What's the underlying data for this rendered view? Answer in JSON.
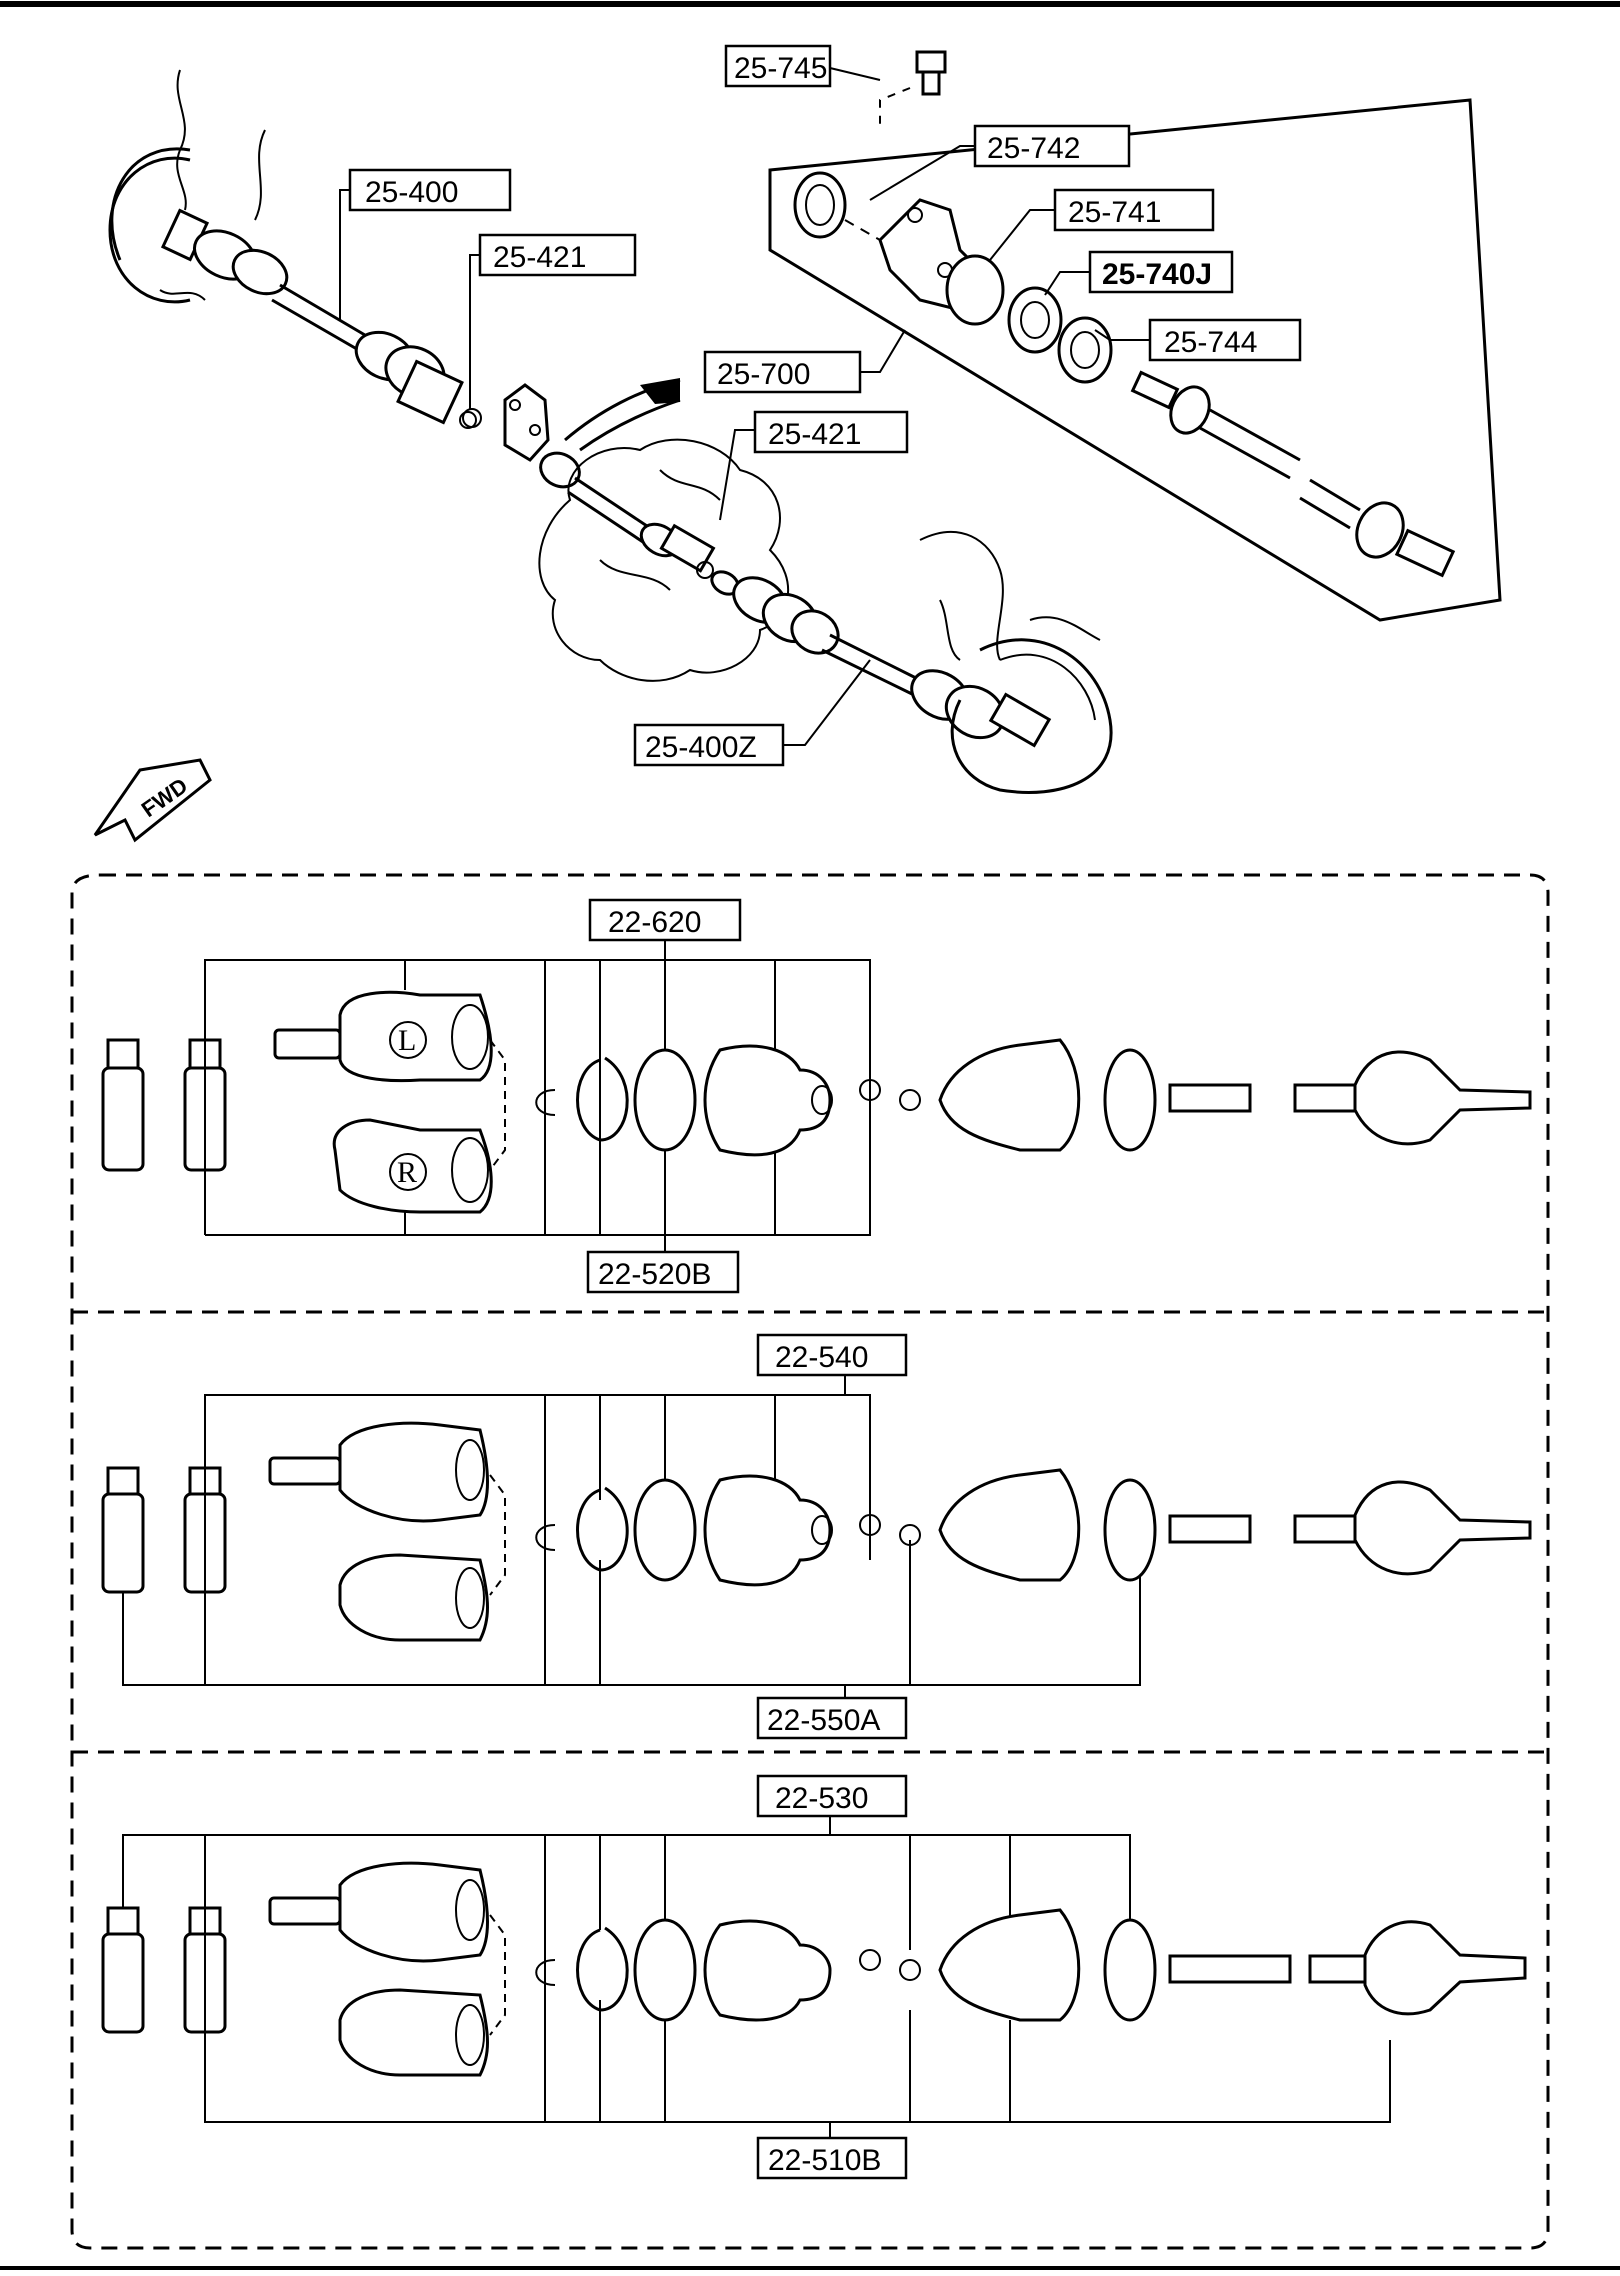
{
  "callouts": {
    "c25_745": "25-745",
    "c25_742": "25-742",
    "c25_400": "25-400",
    "c25_741": "25-741",
    "c25_421_top": "25-421",
    "c25_740j": "25-740J",
    "c25_744": "25-744",
    "c25_700": "25-700",
    "c25_421_mid": "25-421",
    "c25_400z": "25-400Z",
    "c22_620": "22-620",
    "c22_520b": "22-520B",
    "c22_540": "22-540",
    "c22_550a": "22-550A",
    "c22_530": "22-530",
    "c22_510b": "22-510B"
  },
  "direction_indicator": "FWD",
  "joint_markers": {
    "left": "L",
    "right": "R"
  }
}
